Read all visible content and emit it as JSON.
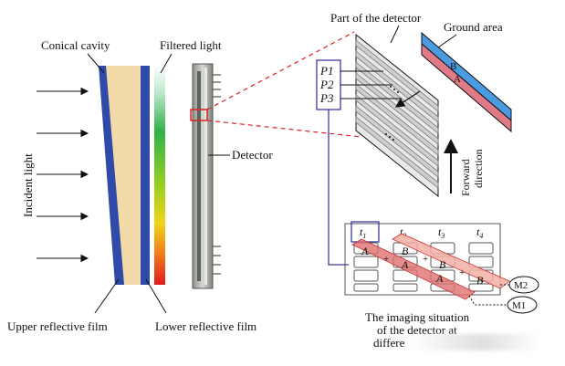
{
  "labels": {
    "conical_cavity": "Conical cavity",
    "filtered_light": "Filtered light",
    "incident_light": "Incident light",
    "detector": "Detector",
    "upper_film": "Upper reflective film",
    "lower_film": "Lower reflective film",
    "part_of_detector": "Part of the detector",
    "ground_area": "Ground area",
    "forward": "Forward",
    "direction": "direction",
    "p1": "P1",
    "p2": "P2",
    "p3": "P3",
    "strip_b": "B",
    "strip_a": "A",
    "t1": "t",
    "t2": "t",
    "t3": "t",
    "t4": "t",
    "t1_sub": "1",
    "t2_sub": "2",
    "t3_sub": "3",
    "t4_sub": "4",
    "m1": "M1",
    "m2": "M2",
    "caption_l1": "The imaging situation",
    "caption_l2": "of the detector at",
    "caption_l3": "differe",
    "seq_a1": "A",
    "seq_b1": "B",
    "seq_a2": "A",
    "seq_b2": "B",
    "seq_a3": "A",
    "seq_b3": "B",
    "plus": "+"
  },
  "colors": {
    "blue_film": "#2f4aa8",
    "cavity": "#f2dba8",
    "red_boxes": "#d94a4a",
    "pink_band": "#f2b0a6",
    "band_blue": "#4a9be0",
    "band_red": "#e07a86",
    "purple": "#3d3aa0"
  }
}
